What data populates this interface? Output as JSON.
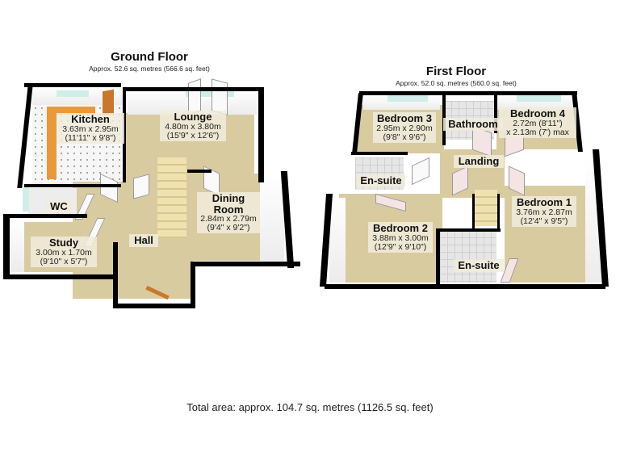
{
  "ground_floor": {
    "title": "Ground Floor",
    "area": "Approx. 52.6 sq. metres (566.6 sq. feet)",
    "rooms": {
      "kitchen": {
        "name": "Kitchen",
        "metric": "3.63m x 2.95m",
        "imperial": "(11'11\" x 9'8\")"
      },
      "lounge": {
        "name": "Lounge",
        "metric": "4.80m x 3.80m",
        "imperial": "(15'9\" x 12'6\")"
      },
      "wc": {
        "name": "WC"
      },
      "dining": {
        "name": "Dining",
        "name2": "Room",
        "metric": "2.84m x 2.79m",
        "imperial": "(9'4\" x 9'2\")"
      },
      "study": {
        "name": "Study",
        "metric": "3.00m x 1.70m",
        "imperial": "(9'10\" x 5'7\")"
      },
      "hall": {
        "name": "Hall"
      }
    }
  },
  "first_floor": {
    "title": "First Floor",
    "area": "Approx. 52.0 sq. metres (560.0 sq. feet)",
    "rooms": {
      "bedroom3": {
        "name": "Bedroom 3",
        "metric": "2.95m x 2.90m",
        "imperial": "(9'8\" x 9'6\")"
      },
      "bathroom": {
        "name": "Bathroom"
      },
      "bedroom4": {
        "name": "Bedroom 4",
        "metric": "2.72m (8'11\")",
        "imperial": "x 2.13m (7') max"
      },
      "landing": {
        "name": "Landing"
      },
      "ensuite1": {
        "name": "En-suite"
      },
      "bedroom1": {
        "name": "Bedroom 1",
        "metric": "3.76m x 2.87m",
        "imperial": "(12'4\" x 9'5\")"
      },
      "bedroom2": {
        "name": "Bedroom 2",
        "metric": "3.88m x 3.00m",
        "imperial": "(12'9\" x 9'10\")"
      },
      "ensuite2": {
        "name": "En-suite"
      }
    }
  },
  "total_area": "Total area: approx. 104.7 sq. metres (1126.5 sq. feet)",
  "colors": {
    "wall": "#000000",
    "carpet": "#d9cba0",
    "window": "#cfeee9",
    "worktop": "#e89a3a",
    "label_bg": "#f0ecdc"
  }
}
